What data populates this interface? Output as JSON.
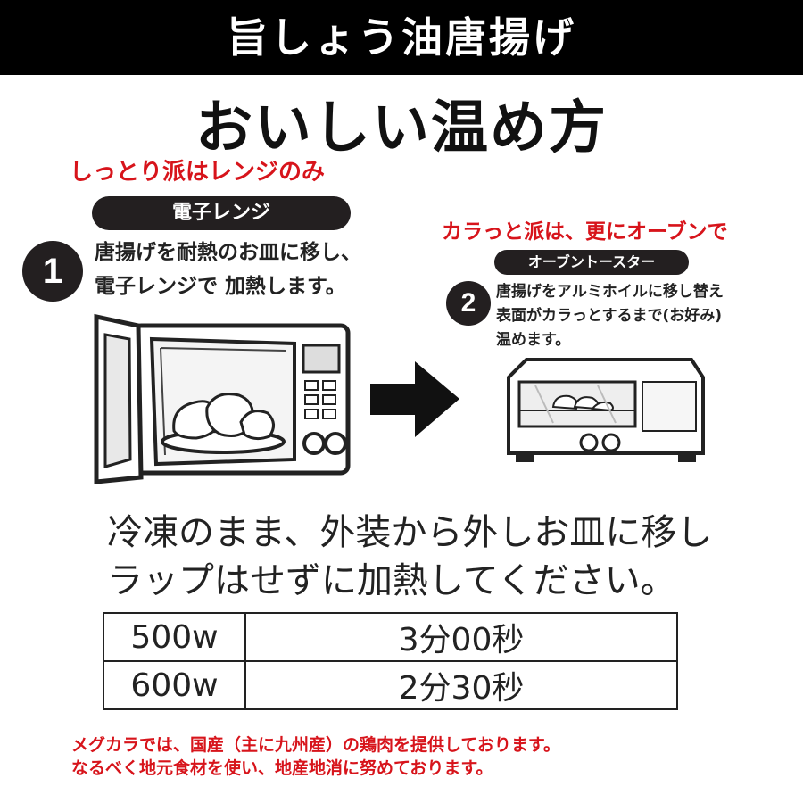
{
  "header": {
    "title": "旨しょう油唐揚げ"
  },
  "main_title": "おいしい温め方",
  "microwave_section": {
    "tagline": "しっとり派はレンジのみ",
    "pill": "電子レンジ",
    "step_number": "1",
    "lines": [
      "唐揚げを耐熱のお皿に移し、",
      "電子レンジで 加熱します。"
    ]
  },
  "oven_section": {
    "tagline": "カラっと派は、更にオーブンで",
    "pill": "オーブントースター",
    "step_number": "2",
    "lines": [
      "唐揚げをアルミホイルに移し替え",
      "表面がカラっとするまで(お好み)",
      "温めます。"
    ]
  },
  "instructions": [
    "冷凍のまま、外装から外しお皿に移し",
    "ラップはせずに加熱してください。"
  ],
  "heating_table": [
    {
      "wattage": "500w",
      "time": "3分00秒"
    },
    {
      "wattage": "600w",
      "time": "2分30秒"
    }
  ],
  "footer": [
    "メグカラでは、国産（主に九州産）の鶏肉を提供しております。",
    "なるべく地元食材を使い、地産地消に努めております。"
  ],
  "colors": {
    "accent_red": "#d7141b",
    "dark": "#231f20"
  }
}
